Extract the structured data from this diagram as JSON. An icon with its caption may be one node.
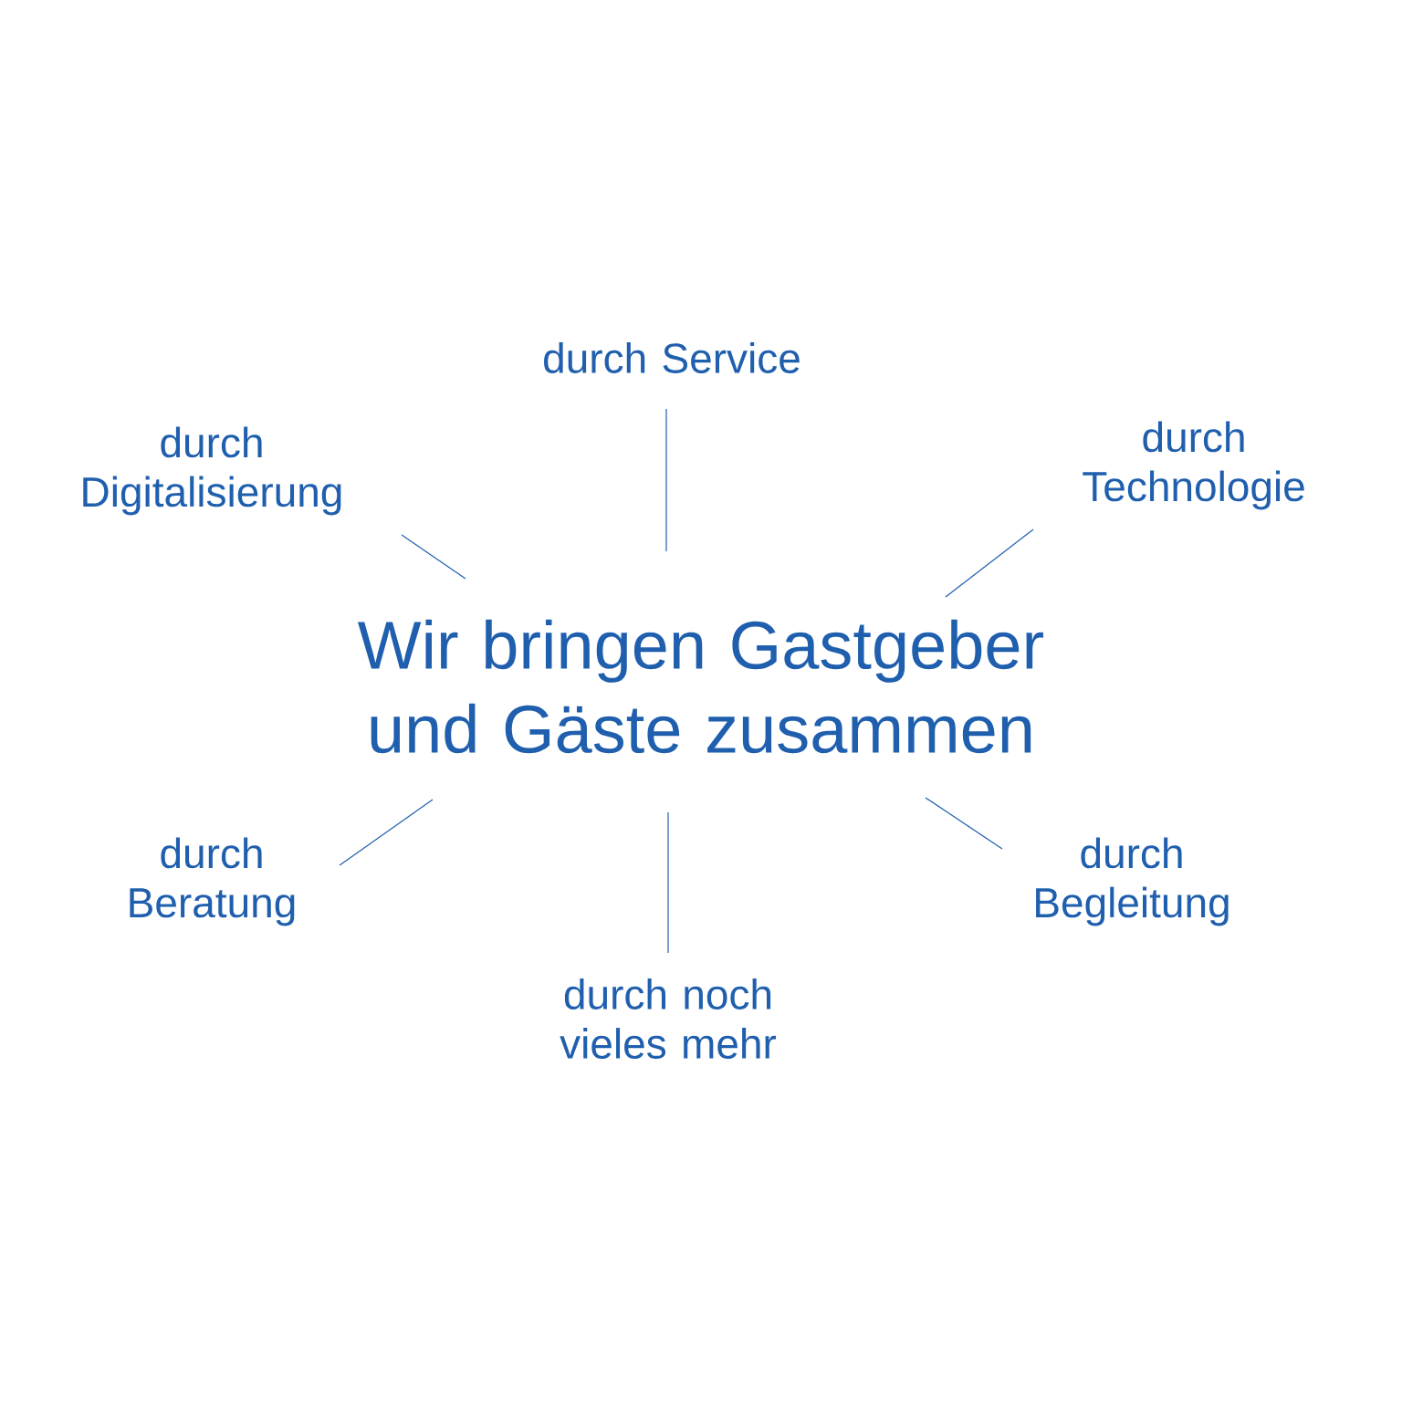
{
  "diagram": {
    "nodes": [
      {
        "text": [
          "Wir bringen Gastgeber und Gäste zusammen"
        ]
      },
      {
        "text": [
          "durch Service"
        ]
      },
      {
        "text": [
          "durch Technologie"
        ]
      },
      {
        "text": [
          "durch Digitalisierung"
        ]
      },
      {
        "text": [
          "durch Beratung"
        ]
      },
      {
        "text": [
          "durch Begleitung"
        ]
      },
      {
        "text": [
          "durch noch vieles mehr"
        ]
      }
    ],
    "edges": [
      {
        "from": 0,
        "to": 1,
        "arrow": "none"
      },
      {
        "from": 0,
        "to": 2,
        "arrow": "none"
      },
      {
        "from": 0,
        "to": 3,
        "arrow": "none"
      },
      {
        "from": 0,
        "to": 4,
        "arrow": "none"
      },
      {
        "from": 0,
        "to": 5,
        "arrow": "none"
      },
      {
        "from": 0,
        "to": 6,
        "arrow": "none"
      }
    ]
  }
}
